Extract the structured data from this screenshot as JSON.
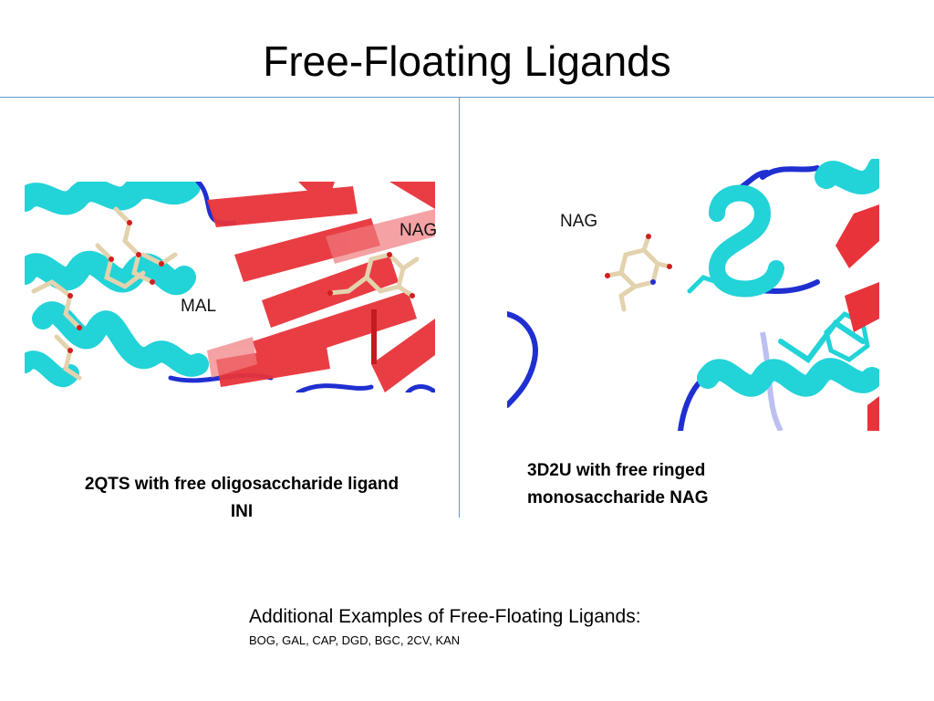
{
  "slide": {
    "title": "Free-Floating Ligands"
  },
  "left_panel": {
    "label_nag": "NAG",
    "label_mal": "MAL",
    "caption_line1": "2QTS with free oligosaccharide ligand",
    "caption_line2": "INI"
  },
  "right_panel": {
    "label_nag": "NAG",
    "caption_line1": "3D2U with free ringed",
    "caption_line2": "monosaccharide NAG"
  },
  "additional": {
    "heading": "Additional Examples of Free-Floating Ligands:",
    "list": "BOG, GAL, CAP, DGD, BGC, 2CV, KAN"
  },
  "colors": {
    "rule": "#5b9bd5",
    "helix": "#22d3d8",
    "strand": "#e8333a",
    "coil": "#1f2fd0",
    "ligand": "#e3d2ae",
    "oxygen": "#d21e1e"
  }
}
